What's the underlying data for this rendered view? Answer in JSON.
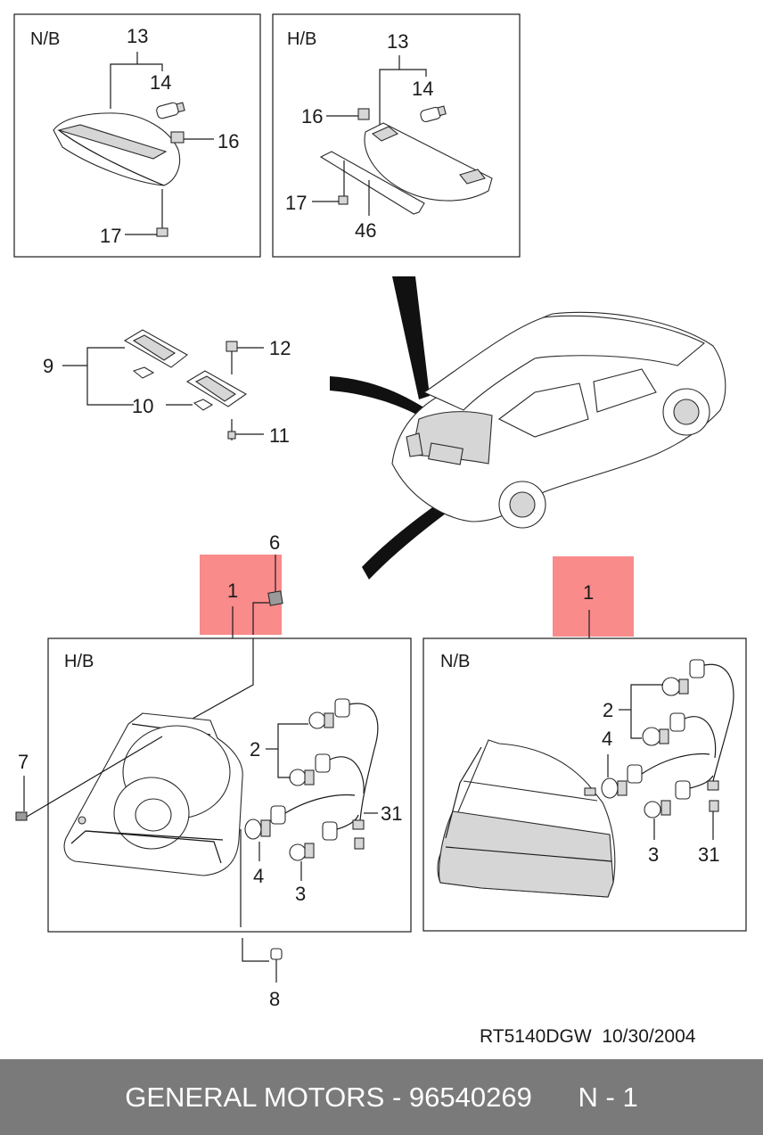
{
  "boxes": {
    "top_left_title": "N/B",
    "top_right_title": "H/B",
    "bottom_left_title": "H/B",
    "bottom_right_title": "N/B"
  },
  "labels": {
    "tl_13": "13",
    "tl_14": "14",
    "tl_16": "16",
    "tl_17": "17",
    "tr_13": "13",
    "tr_14": "14",
    "tr_16": "16",
    "tr_17": "17",
    "tr_46": "46",
    "m_9": "9",
    "m_10": "10",
    "m_11": "11",
    "m_12": "12",
    "bl_1": "1",
    "bl_6": "6",
    "bl_7": "7",
    "bl_2": "2",
    "bl_4": "4",
    "bl_3": "3",
    "bl_31": "31",
    "bl_8": "8",
    "br_1": "1",
    "br_2": "2",
    "br_4": "4",
    "br_3": "3",
    "br_31": "31"
  },
  "highlight_color": "#f98b8b",
  "footer": {
    "code": "RT5140DGW  10/30/2004",
    "maker": "GENERAL MOTORS",
    "separator": " - ",
    "part_number": "96540269",
    "page": "N - 1"
  }
}
